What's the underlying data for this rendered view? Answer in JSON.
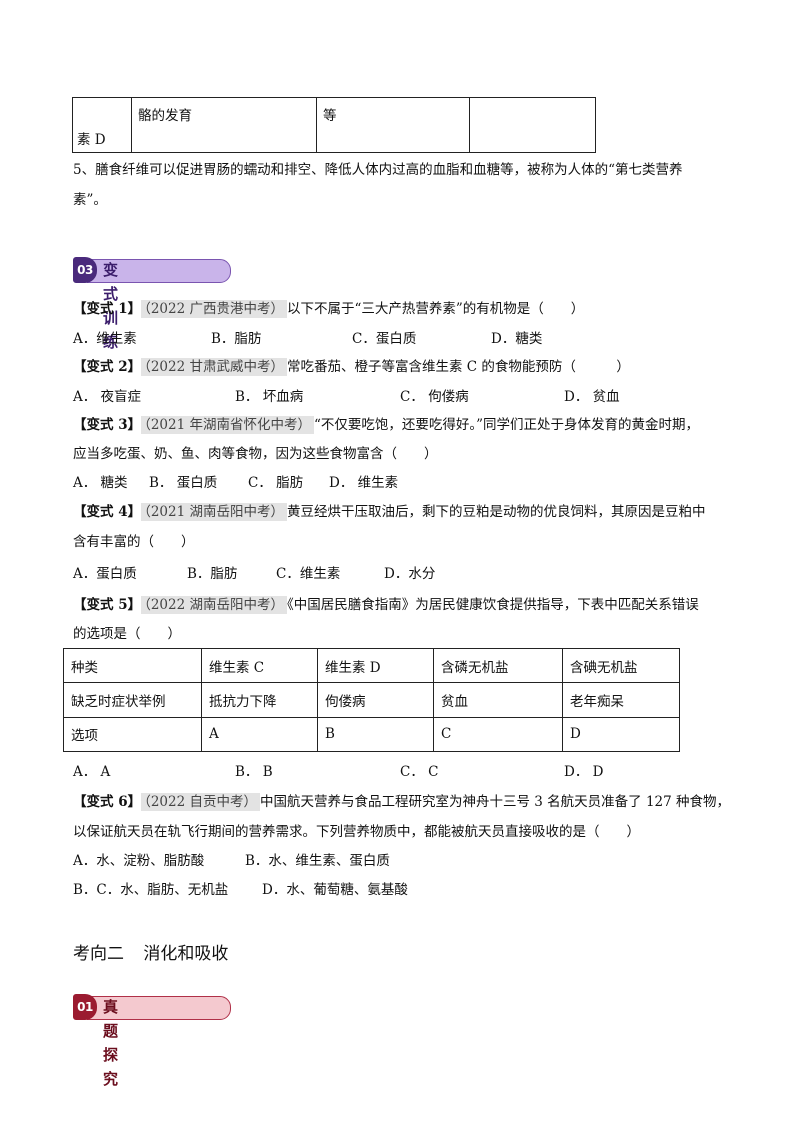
{
  "top_table": {
    "row": [
      "素 D",
      "骼的发育",
      "等",
      ""
    ]
  },
  "note5": {
    "line1": "5、膳食纤维可以促进胃肠的蠕动和排空、降低人体内过高的血脂和血糖等，被称为人体的“第七类营养",
    "line2": "素”。"
  },
  "banner1": {
    "badge": "03",
    "title": "变式训练"
  },
  "q1": {
    "tag": "【变式 1】",
    "source": "（2022 广西贵港中考）",
    "stem": "以下不属于“三大产热营养素”的有机物是（　　）",
    "options": [
      "A．维生素",
      "B．脂肪",
      "C．蛋白质",
      "D．糖类"
    ]
  },
  "q2": {
    "tag": "【变式 2】",
    "source": "（2022 甘肃武威中考）",
    "stem": "常吃番茄、橙子等富含维生素 C 的食物能预防（　　　）",
    "options": [
      "A． 夜盲症",
      "B． 坏血病",
      "C． 佝偻病",
      "D． 贫血"
    ]
  },
  "q3": {
    "tag": "【变式 3】",
    "source": "（2021 年湖南省怀化中考）",
    "stem1": "“不仅要吃饱，还要吃得好。”同学们正处于身体发育的黄金时期，",
    "stem2": "应当多吃蛋、奶、鱼、肉等食物，因为这些食物富含（　　）",
    "options": [
      "A． 糖类",
      "B． 蛋白质",
      "C． 脂肪",
      "D． 维生素"
    ]
  },
  "q4": {
    "tag": "【变式 4】",
    "source": "（2021 湖南岳阳中考）",
    "stem1": "黄豆经烘干压取油后，剩下的豆粕是动物的优良饲料，其原因是豆粕中",
    "stem2": "含有丰富的（　　）",
    "options": [
      "A．蛋白质",
      "B．脂肪",
      "C．维生素",
      "D．水分"
    ]
  },
  "q5": {
    "tag": "【变式 5】",
    "source": "（2022 湖南岳阳中考）",
    "stem1": "《中国居民膳食指南》为居民健康饮食提供指导，下表中匹配关系错误",
    "stem2": "的选项是（　　）",
    "table": [
      [
        "种类",
        "维生素 C",
        "维生素 D",
        "含磷无机盐",
        "含碘无机盐"
      ],
      [
        "缺乏时症状举例",
        "抵抗力下降",
        "佝偻病",
        "贫血",
        "老年痴呆"
      ],
      [
        "选项",
        "A",
        "B",
        "C",
        "D"
      ]
    ],
    "options": [
      "A． A",
      "B． B",
      "C． C",
      "D． D"
    ]
  },
  "q6": {
    "tag": "【变式 6】",
    "source": "（2022 自贡中考）",
    "stem1": "中国航天营养与食品工程研究室为神舟十三号 3 名航天员准备了 127 种食物，",
    "stem2": "以保证航天员在轨飞行期间的营养需求。下列营养物质中，都能被航天员直接吸收的是（　　）",
    "options": [
      "A．水、淀粉、脂肪酸",
      "B．水、维生素、蛋白质",
      "B．C．水、脂肪、无机盐",
      "D．水、葡萄糖、氨基酸"
    ]
  },
  "section2": {
    "part1": "考向二",
    "part2": "消化和吸收"
  },
  "banner2": {
    "badge": "01",
    "title": "真题探究"
  }
}
